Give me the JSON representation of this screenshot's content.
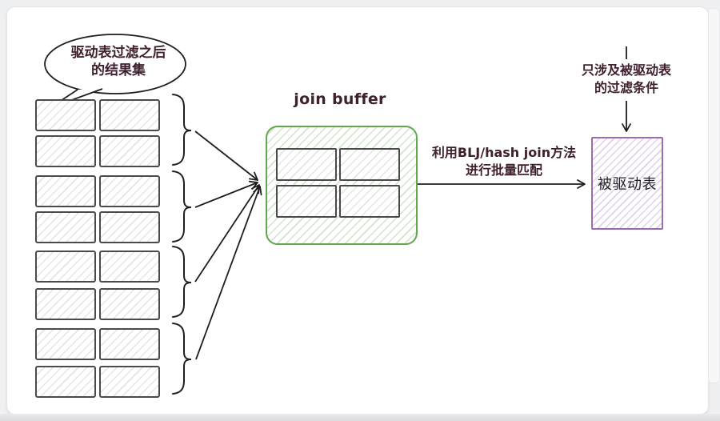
{
  "diagram": {
    "bubble": {
      "line1": "驱动表过滤之后",
      "line2": "的结果集"
    },
    "result_set": {
      "rows": 8,
      "cols": 2,
      "groups": 4
    },
    "join_buffer": {
      "label": "join buffer",
      "slots": 4
    },
    "arrow_label": {
      "line1": "利用BLJ/hash join方法",
      "line2": "进行批量匹配"
    },
    "driven_table": {
      "label": "被驱动表"
    },
    "filter_note": {
      "line1": "只涉及被驱动表",
      "line2": "的过滤条件"
    }
  },
  "colors": {
    "ink": "#1e1e1e",
    "text": "#40202e",
    "green": "#5fa84e",
    "purple": "#9a6ab3",
    "gray-border": "#4a4a4a"
  }
}
